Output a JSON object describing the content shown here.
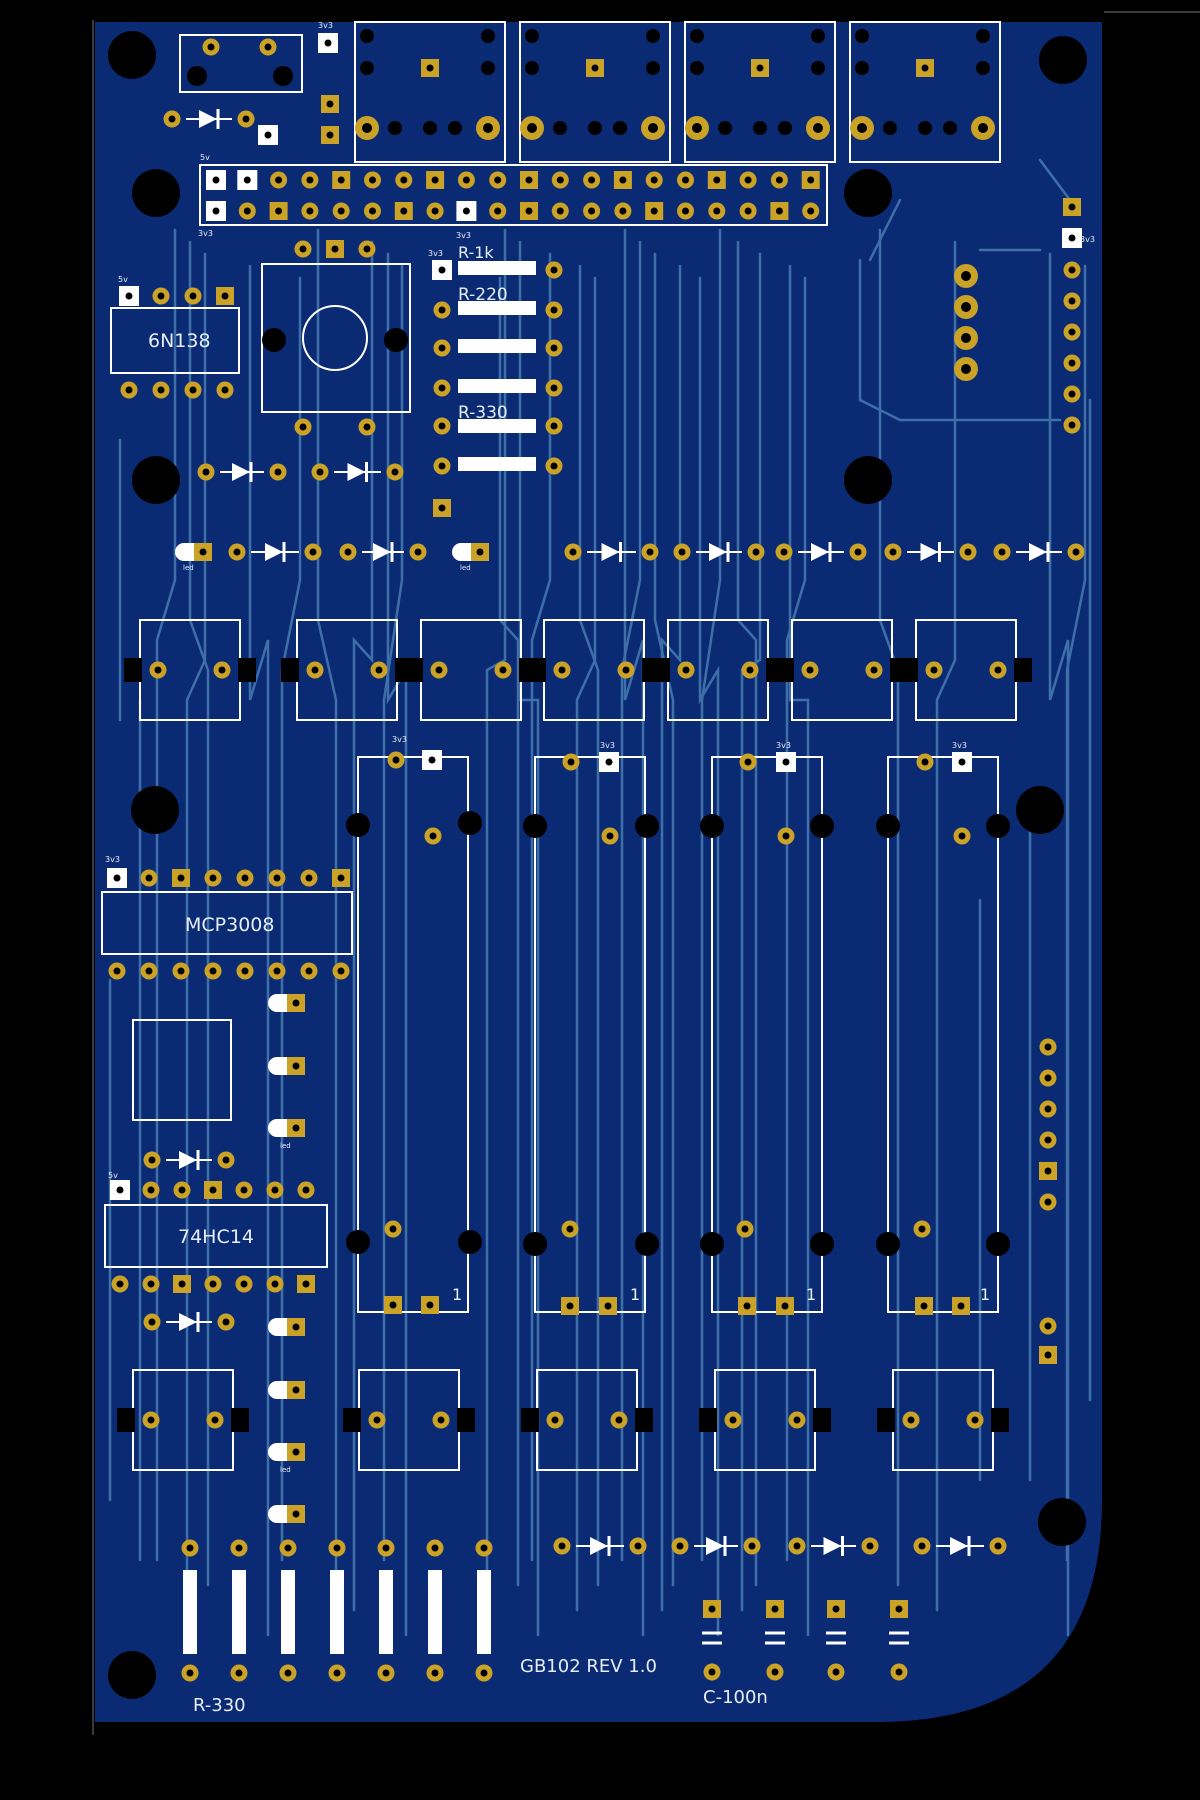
{
  "board": {
    "label": "GB102 REV 1.0",
    "colors": {
      "background": "#000000",
      "board": "#0a2b73",
      "trace": "#3f6fa8",
      "silk": "#ffffff",
      "pad": "#c9a227",
      "hole": "#000000"
    }
  },
  "ics": {
    "optocoupler": "6N138",
    "adc": "MCP3008",
    "inverter": "74HC14"
  },
  "resistor_labels": {
    "r1": "R-1k",
    "r2": "R-220",
    "r3": "R-330",
    "bottom_bank": "R-330"
  },
  "capacitor_label": "C-100n",
  "small_labels": {
    "v5": "5v",
    "v3": "3v3",
    "led": "led",
    "pin1": "1"
  }
}
